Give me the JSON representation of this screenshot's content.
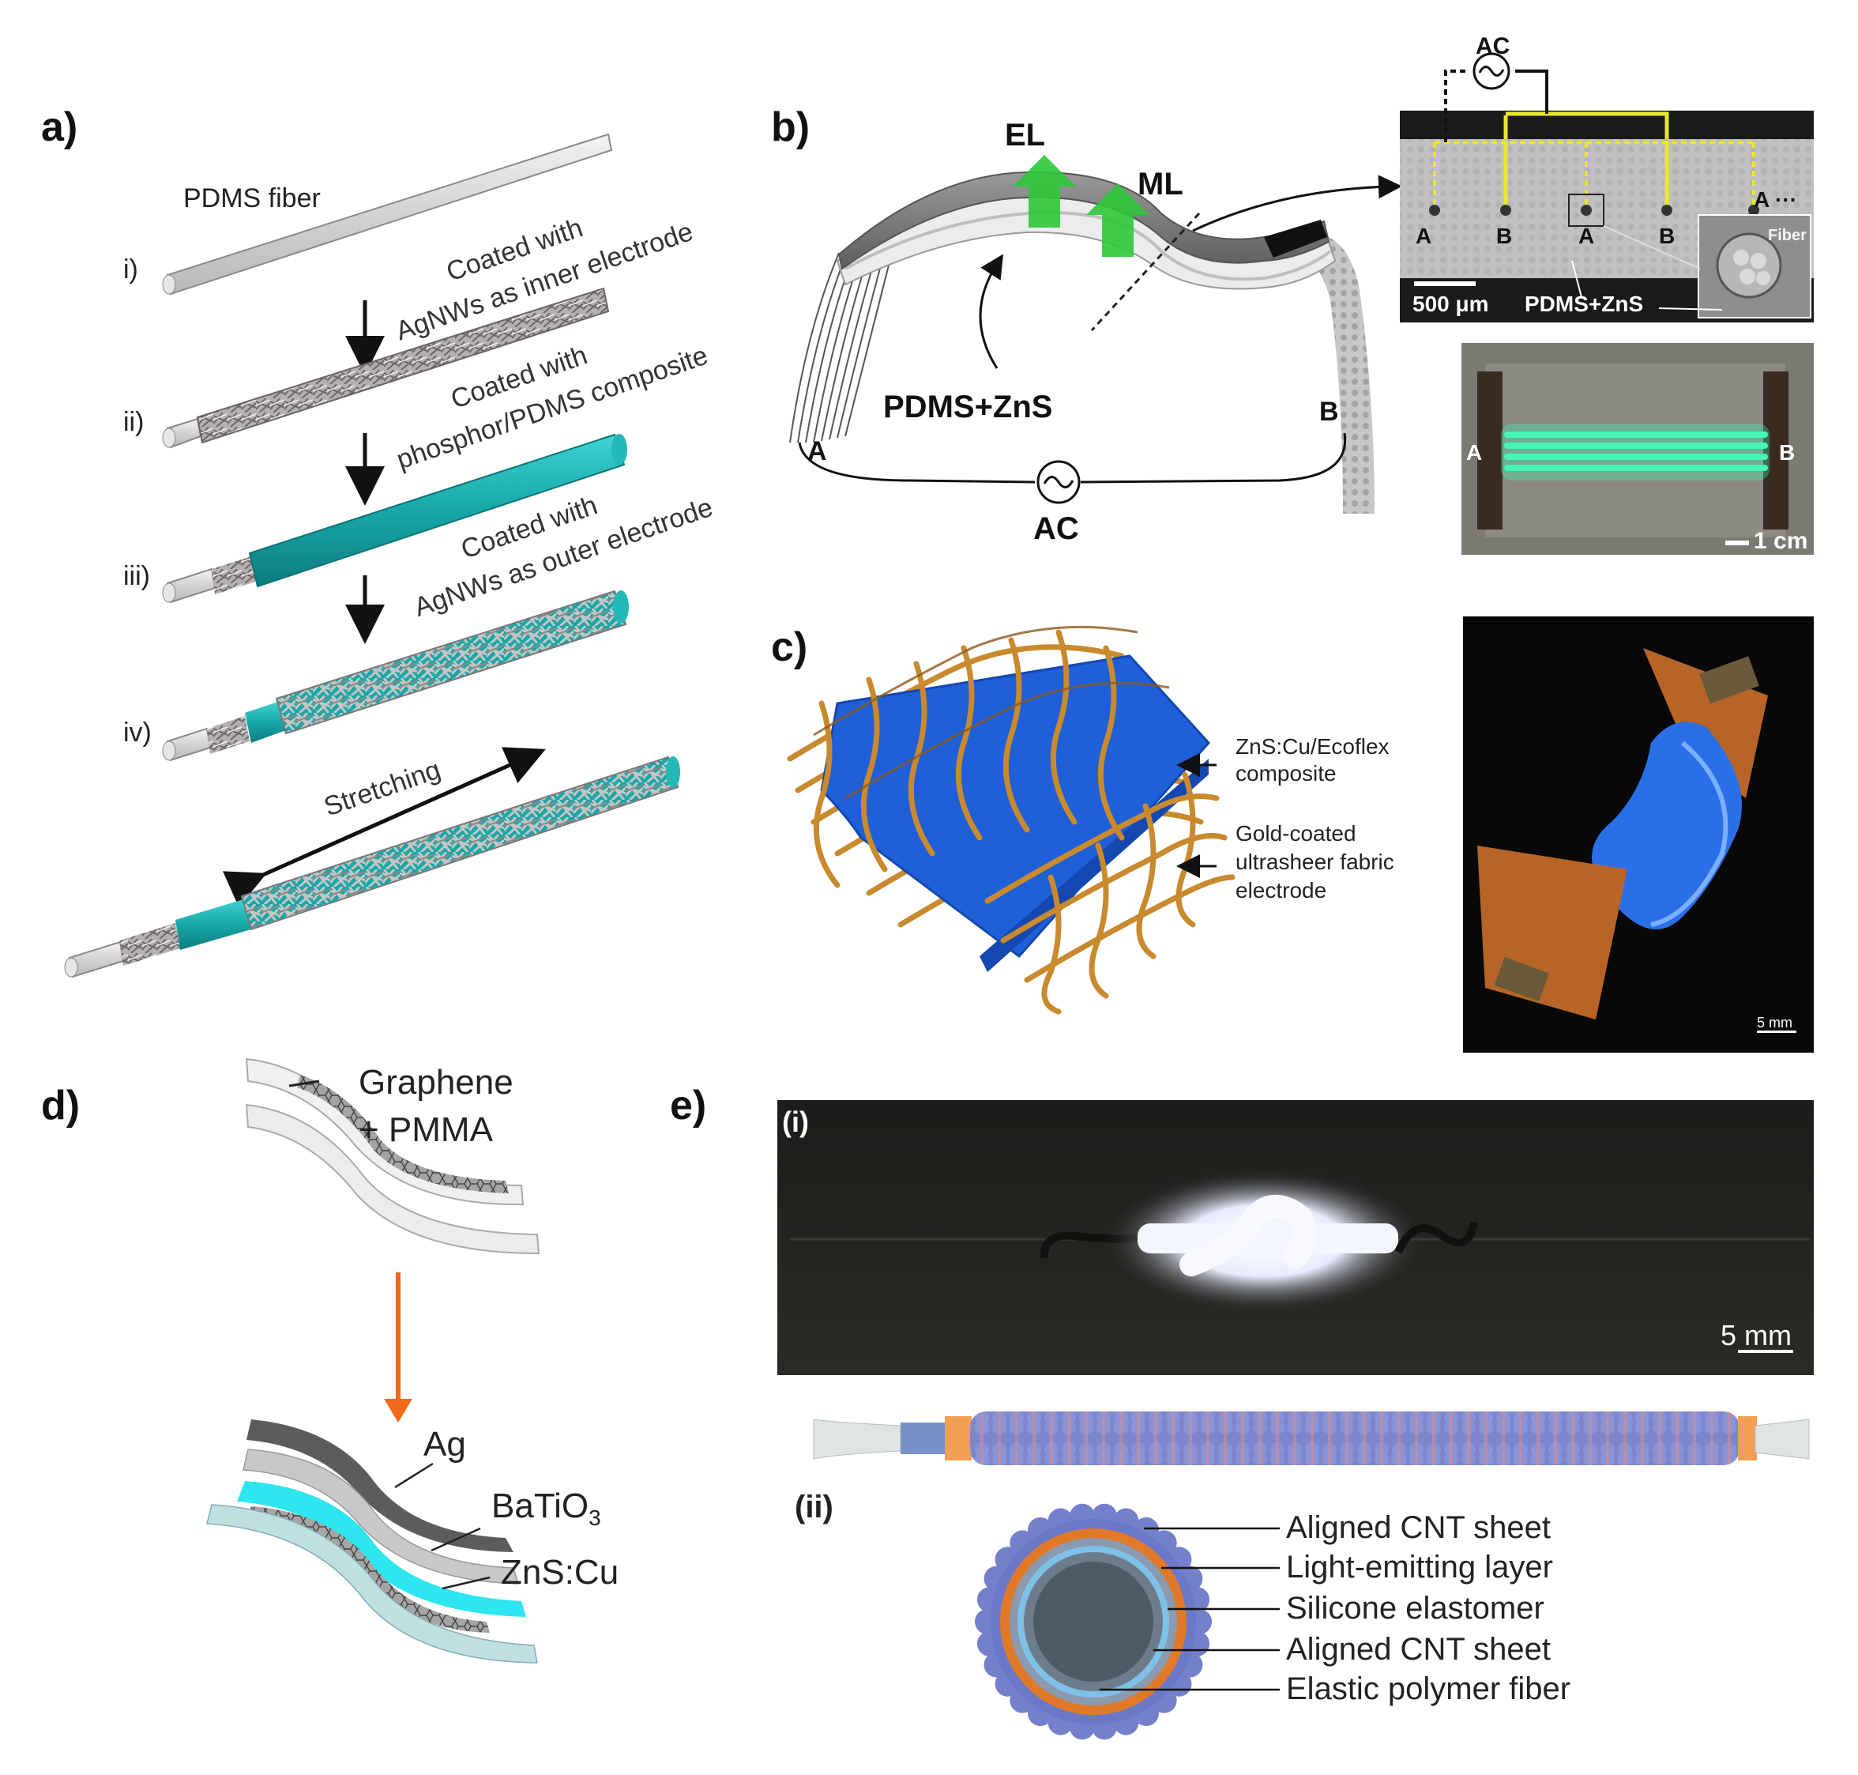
{
  "panels": {
    "a": {
      "label": "a)",
      "fiber_label": "PDMS fiber",
      "steps": [
        "i)",
        "ii)",
        "iii)",
        "iv)"
      ],
      "step_text": [
        [
          "Coated with",
          "AgNWs as inner electrode"
        ],
        [
          "Coated with",
          "phosphor/PDMS composite"
        ],
        [
          "Coated with",
          "AgNWs as outer electrode"
        ]
      ],
      "stretch": "Stretching"
    },
    "b": {
      "label": "b)",
      "el": "EL",
      "ml": "ML",
      "material": "PDMS+ZnS",
      "end_a": "A",
      "end_b": "B",
      "ac": "AC",
      "micro": {
        "ac": "AC",
        "electrodes": [
          "A",
          "B",
          "A",
          "B",
          "A ···"
        ],
        "scale": "500 μm",
        "material": "PDMS+ZnS",
        "inset": "Fiber"
      },
      "photo": {
        "end_a": "A",
        "end_b": "B",
        "scale": "1 cm"
      }
    },
    "c": {
      "label": "c)",
      "callout1": [
        "ZnS:Cu/Ecoflex",
        "composite"
      ],
      "callout2": [
        "Gold-coated",
        "ultrasheer fabric",
        "electrode"
      ],
      "scale": "5 mm"
    },
    "d": {
      "label": "d)",
      "top": [
        "Graphene",
        "+ PMMA"
      ],
      "ag": "Ag",
      "batio": "BaTiO",
      "batio_sub": "3",
      "zns": "ZnS:Cu"
    },
    "e": {
      "label": "e)",
      "i": "(i)",
      "ii": "(ii)",
      "scale": "5 mm",
      "layers": [
        "Aligned CNT sheet",
        "Light-emitting layer",
        "Silicone elastomer",
        "Aligned CNT sheet",
        "Elastic polymer fiber"
      ]
    }
  },
  "colors": {
    "teal": "#1aa9a9",
    "green_arrow": "#2ec83a",
    "glow_green": "#39f0b0",
    "yellow": "#e8e82a",
    "blue_layer": "#1f5fd8",
    "gold": "#c98a2e",
    "cyan": "#2de6ef",
    "orange_arrow": "#f06a1a",
    "cnt_blue": "#6a78c8",
    "orange_ring": "#e07a2a"
  }
}
